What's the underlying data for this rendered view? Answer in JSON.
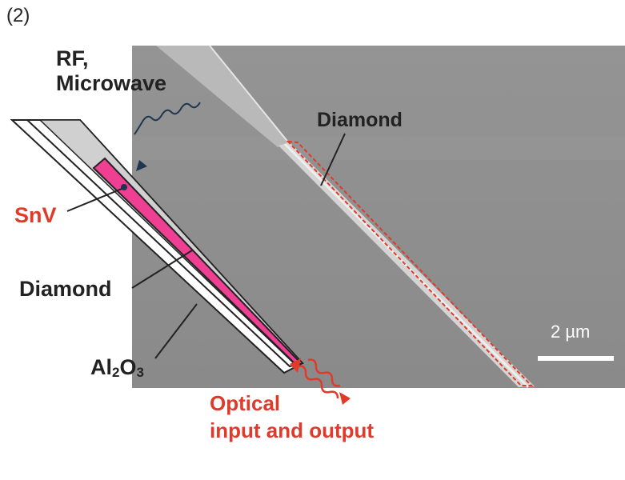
{
  "figure": {
    "panel_label": "(2)",
    "labels": {
      "rf_microwave_line1": "RF,",
      "rf_microwave_line2": "Microwave",
      "diamond_sem": "Diamond",
      "snv": "SnV",
      "diamond_schematic": "Diamond",
      "al2o3_al": "Al",
      "al2o3_sub2": "2",
      "al2o3_o": "O",
      "al2o3_sub3": "3",
      "optical_line1": "Optical",
      "optical_line2": "input and output"
    },
    "scale_bar": {
      "label": "2 µm"
    },
    "colors": {
      "sem_background": "#8f8f8f",
      "waveguide": "#d7d7d7",
      "accent_red": "#e03a2a",
      "snv_pink": "#ee3f92",
      "arrow_navy": "#1f3650",
      "outline": "#222222"
    },
    "icons": [
      "wavy-arrow-icon",
      "bidirectional-wavy-arrow-icon"
    ]
  }
}
